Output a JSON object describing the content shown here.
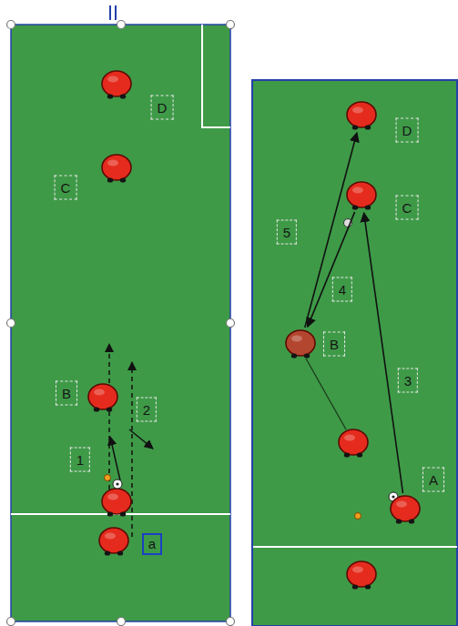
{
  "diagram": {
    "nodes": [
      {
        "text": [
          "D"
        ]
      },
      {
        "text": [
          "C"
        ]
      },
      {
        "text": [
          "B"
        ]
      },
      {
        "text": [
          "a"
        ]
      },
      {
        "text": [
          "D"
        ]
      },
      {
        "text": [
          "C"
        ]
      },
      {
        "text": [
          "B"
        ]
      },
      {
        "text": [
          "A"
        ]
      }
    ],
    "edges": [
      {
        "from": 7,
        "to": 5,
        "arrow": "to"
      },
      {
        "from": 5,
        "to": 6,
        "arrow": "to"
      },
      {
        "from": 6,
        "to": 4,
        "arrow": "to"
      }
    ],
    "labels": [
      "1",
      "2",
      "3",
      "4",
      "5"
    ]
  }
}
